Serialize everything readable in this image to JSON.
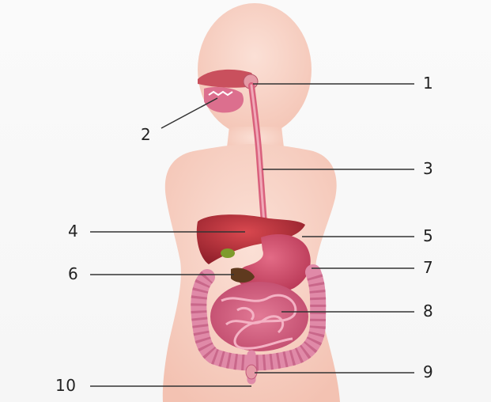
{
  "colors": {
    "skin": "#f6cdc0",
    "skin_edge": "#efb7a6",
    "organ_red": "#c8324a",
    "organ_dark": "#8e1f34",
    "intestine": "#d45c7e",
    "intestine_dark": "#b13c62",
    "colon": "#e08aa8",
    "gallbladder": "#6b8f2a",
    "leader_line": "#333333"
  },
  "labels": [
    {
      "id": "1",
      "text": "1"
    },
    {
      "id": "2",
      "text": "2"
    },
    {
      "id": "3",
      "text": "3"
    },
    {
      "id": "4",
      "text": "4"
    },
    {
      "id": "5",
      "text": "5"
    },
    {
      "id": "6",
      "text": "6"
    },
    {
      "id": "7",
      "text": "7"
    },
    {
      "id": "8",
      "text": "8"
    },
    {
      "id": "9",
      "text": "9"
    },
    {
      "id": "10",
      "text": "10"
    }
  ]
}
